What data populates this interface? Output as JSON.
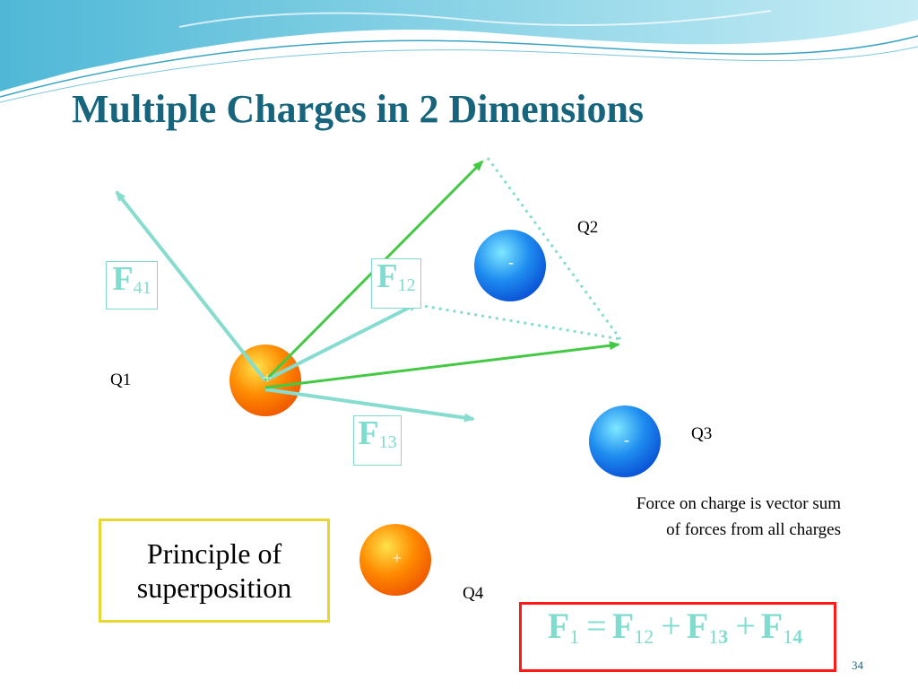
{
  "slide": {
    "title": "Multiple Charges in 2 Dimensions",
    "page_number": "34"
  },
  "charges": {
    "q1": {
      "label": "Q1",
      "sign": "+"
    },
    "q2": {
      "label": "Q2",
      "sign": "-"
    },
    "q3": {
      "label": "Q3",
      "sign": "-"
    },
    "q4": {
      "label": "Q4",
      "sign": "+"
    }
  },
  "forces": {
    "f41": {
      "letter": "F",
      "subscript": "41"
    },
    "f12": {
      "letter": "F",
      "subscript": "12"
    },
    "f13": {
      "letter": "F",
      "subscript": "13"
    }
  },
  "principle": {
    "line1": "Principle of",
    "line2": "superposition"
  },
  "note": {
    "line1": "Force on charge is vector sum",
    "line2": "of forces from all charges"
  },
  "equation": {
    "lhs_letter": "F",
    "lhs_sub": "1",
    "equals": "=",
    "plus": "+",
    "terms": [
      {
        "letter": "F",
        "sub_a": "1",
        "sub_b": "2"
      },
      {
        "letter": "F",
        "sub_a": "1",
        "sub_b": "3"
      },
      {
        "letter": "F",
        "sub_a": "1",
        "sub_b": "4"
      }
    ]
  },
  "colors": {
    "title": "#17657d",
    "force_vector": "#86dccf",
    "resultant_vector": "#44c944",
    "positive_charge": "#ff7a00",
    "negative_charge": "#1a6fe8",
    "principle_border": "#e6d630",
    "equation_border": "#ff1a1a"
  }
}
